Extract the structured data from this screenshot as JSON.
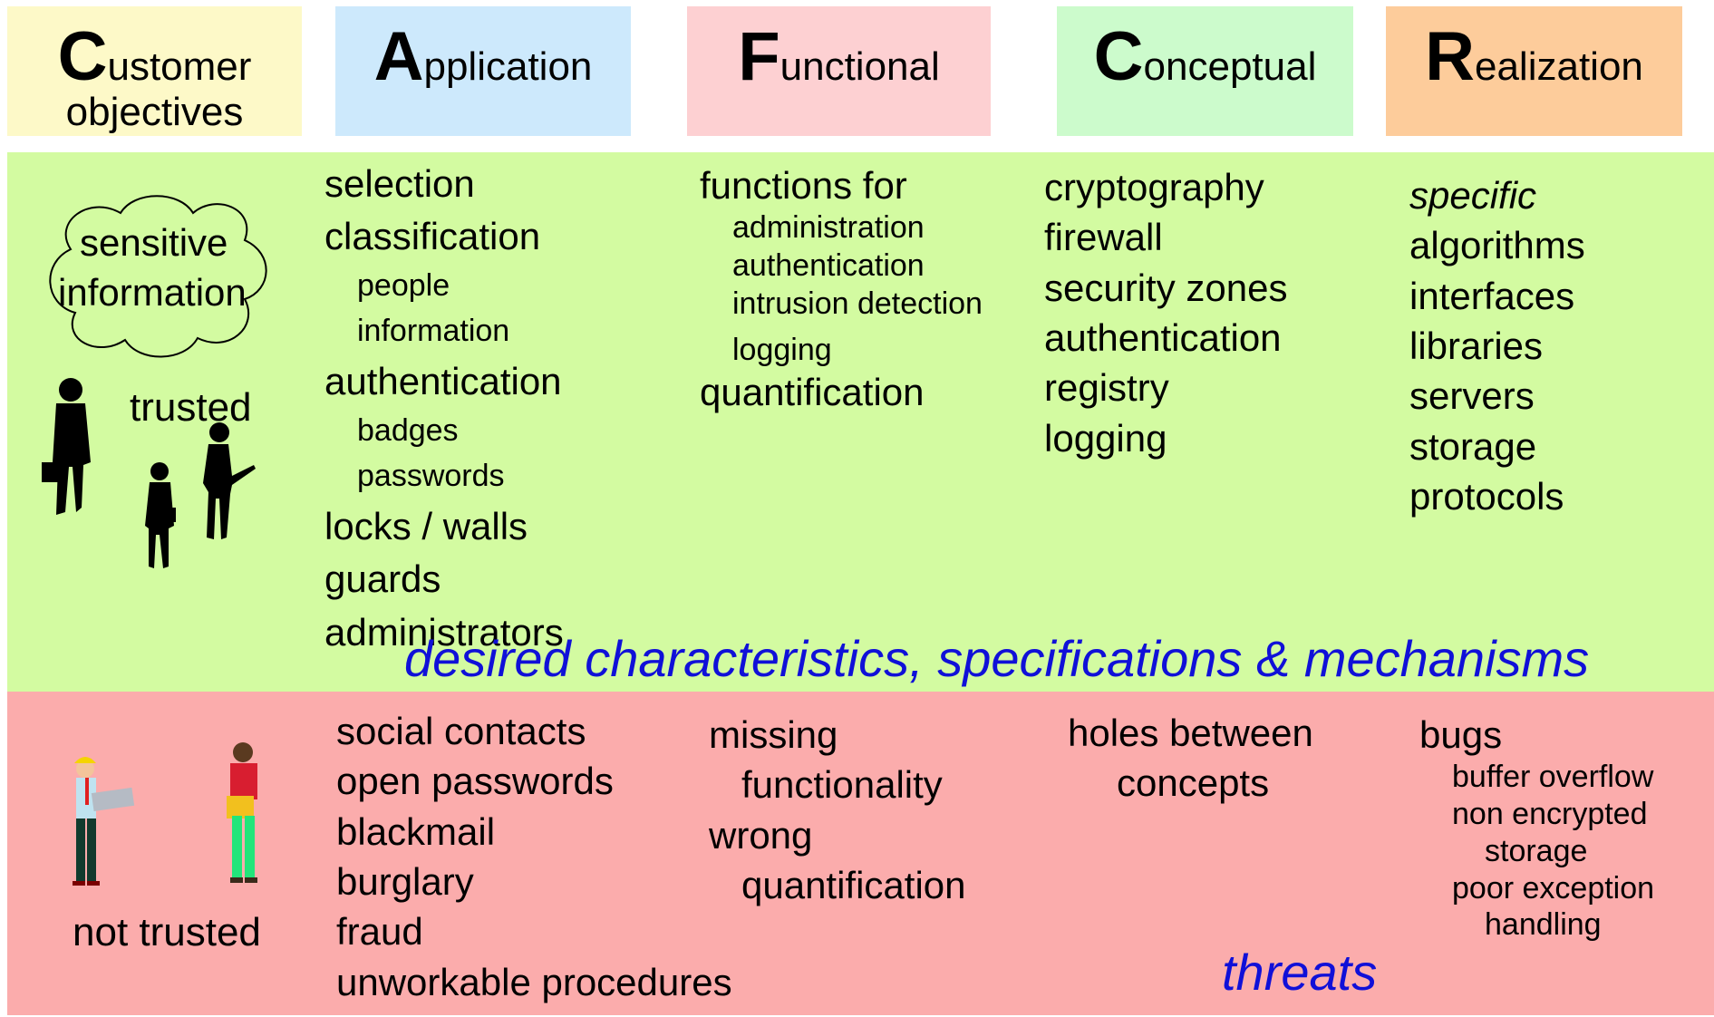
{
  "headers": [
    {
      "initial": "C",
      "rest": "ustomer",
      "sub": "objectives",
      "color": "#fdf9c8"
    },
    {
      "initial": "A",
      "rest": "pplication",
      "sub": "",
      "color": "#cde9fc"
    },
    {
      "initial": "F",
      "rest": "unctional",
      "sub": "",
      "color": "#fdd0d2"
    },
    {
      "initial": "C",
      "rest": "onceptual",
      "sub": "",
      "color": "#ccfbcc"
    },
    {
      "initial": "R",
      "rest": "ealization",
      "sub": "",
      "color": "#fdcc9b"
    }
  ],
  "customer": {
    "cloud_line1": "sensitive",
    "cloud_line2": "information",
    "trusted_label": "trusted",
    "not_trusted_label": "not trusted"
  },
  "desired": {
    "application": {
      "items": [
        "selection",
        "classification",
        "people",
        "information",
        "authentication",
        "badges",
        "passwords",
        "locks / walls",
        "guards",
        "administrators"
      ]
    },
    "functional": {
      "items": [
        "functions for",
        "administration",
        "authentication",
        "intrusion detection",
        "logging",
        "quantification"
      ]
    },
    "conceptual": {
      "items": [
        "cryptography",
        "firewall",
        "security zones",
        "authentication",
        "registry",
        "logging"
      ]
    },
    "realization": {
      "items": [
        "specific",
        "algorithms",
        "interfaces",
        "libraries",
        "servers",
        "storage",
        "protocols"
      ]
    },
    "caption": "desired characteristics, specifications & mechanisms"
  },
  "threats": {
    "application": {
      "items": [
        "social contacts",
        "open passwords",
        "blackmail",
        "burglary",
        "fraud",
        "unworkable procedures"
      ]
    },
    "functional": {
      "items": [
        "missing",
        "functionality",
        "wrong",
        "quantification"
      ]
    },
    "conceptual": {
      "items": [
        "holes between",
        "concepts"
      ]
    },
    "realization": {
      "items": [
        "bugs",
        "buffer overflow",
        "non encrypted",
        "storage",
        "poor exception",
        "handling"
      ]
    },
    "caption": "threats"
  },
  "colors": {
    "desired_band": "#d3fba1",
    "threats_band": "#fbacac",
    "caption_blue": "#1010d8"
  }
}
